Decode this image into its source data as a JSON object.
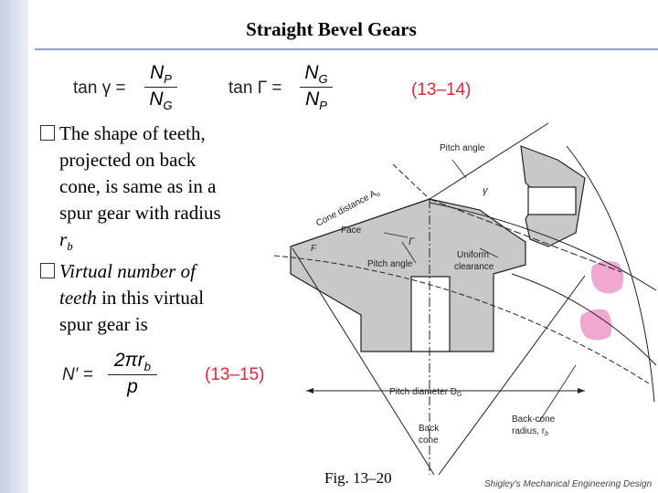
{
  "slide": {
    "title": "Straight Bevel Gears"
  },
  "equations": {
    "eq1": {
      "lhs": "tan γ =",
      "num": "N",
      "num_sub": "P",
      "den": "N",
      "den_sub": "G"
    },
    "eq2": {
      "lhs": "tan Γ =",
      "num": "N",
      "num_sub": "G",
      "den": "N",
      "den_sub": "P"
    },
    "eq1_number": "(13–14)",
    "eq3": {
      "lhs": "N′ =",
      "num": "2πr",
      "num_sub": "b",
      "den": "p"
    },
    "eq3_number": "(13–15)"
  },
  "bullets": {
    "b1": {
      "plain": "The shape of teeth, projected on back cone, is same as in a spur gear with radius ",
      "var": "r",
      "var_sub": "b"
    },
    "b2": {
      "italic": "Virtual number of teeth",
      "plain": " in this virtual spur gear is"
    }
  },
  "figure": {
    "caption": "Fig. 13–20",
    "credit": "Shigley's Mechanical Engineering Design",
    "labels": {
      "pitch_angle_top": "Pitch angle",
      "cone_distance": "Cone distance A",
      "cone_distance_sub": "o",
      "gamma": "γ",
      "face": "Face",
      "face_symbol": "F",
      "Gamma": "Γ",
      "uniform_clearance_1": "Uniform",
      "uniform_clearance_2": "clearance",
      "pitch_angle_mid": "Pitch angle",
      "pitch_diameter": "Pitch diameter D",
      "pitch_diameter_sub": "G",
      "back_cone_1": "Back",
      "back_cone_2": "cone",
      "back_cone_radius_1": "Back-cone",
      "back_cone_radius_2": "radius, r",
      "back_cone_radius_sub": "b"
    },
    "colors": {
      "gear_fill": "#c8c8c8",
      "tooth_pink": "#f0a8d0",
      "eq_number": "#e0263a"
    }
  }
}
